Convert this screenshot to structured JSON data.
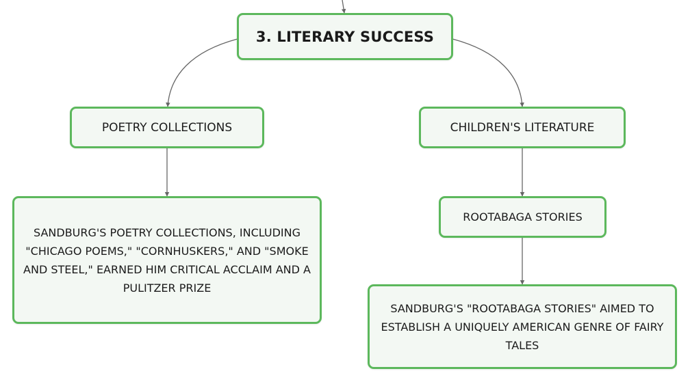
{
  "diagram": {
    "root": {
      "label": "3. LITERARY SUCCESS"
    },
    "branches": [
      {
        "label": "POETRY COLLECTIONS",
        "children": [
          {
            "label": "SANDBURG'S POETRY COLLECTIONS, INCLUDING \"CHICAGO POEMS,\" \"CORNHUSKERS,\" AND \"SMOKE AND STEEL,\" EARNED HIM CRITICAL ACCLAIM AND A PULITZER PRIZE"
          }
        ]
      },
      {
        "label": "CHILDREN'S LITERATURE",
        "children": [
          {
            "label": "ROOTABAGA STORIES",
            "children": [
              {
                "label": "SANDBURG'S \"ROOTABAGA STORIES\" AIMED TO ESTABLISH A UNIQUELY AMERICAN GENRE OF FAIRY TALES"
              }
            ]
          }
        ]
      }
    ],
    "colors": {
      "node_border": "#5cb85c",
      "node_fill": "#f3f8f3",
      "connector": "#666666",
      "text": "#1a1a1a"
    }
  }
}
